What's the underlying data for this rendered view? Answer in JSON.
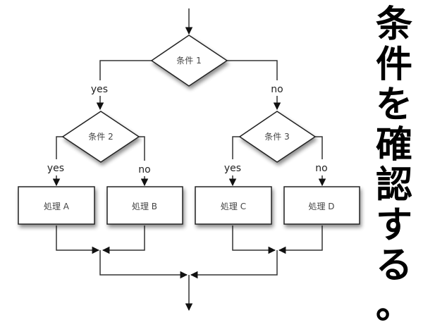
{
  "diagram": {
    "type": "flowchart",
    "decisions": [
      {
        "id": "cond1",
        "label": "条件 1"
      },
      {
        "id": "cond2",
        "label": "条件 2"
      },
      {
        "id": "cond3",
        "label": "条件 3"
      }
    ],
    "processes": [
      {
        "id": "procA",
        "label": "処理 A"
      },
      {
        "id": "procB",
        "label": "処理 B"
      },
      {
        "id": "procC",
        "label": "処理 C"
      },
      {
        "id": "procD",
        "label": "処理 D"
      }
    ],
    "edges": [
      {
        "from": "start",
        "to": "cond1",
        "label": ""
      },
      {
        "from": "cond1",
        "to": "cond2",
        "label": "yes"
      },
      {
        "from": "cond1",
        "to": "cond3",
        "label": "no"
      },
      {
        "from": "cond2",
        "to": "procA",
        "label": "yes"
      },
      {
        "from": "cond2",
        "to": "procB",
        "label": "no"
      },
      {
        "from": "cond3",
        "to": "procC",
        "label": "yes"
      },
      {
        "from": "cond3",
        "to": "procD",
        "label": "no"
      },
      {
        "from": "procA",
        "to": "merge1",
        "label": ""
      },
      {
        "from": "procB",
        "to": "merge1",
        "label": ""
      },
      {
        "from": "procC",
        "to": "merge2",
        "label": ""
      },
      {
        "from": "procD",
        "to": "merge2",
        "label": ""
      },
      {
        "from": "merge1",
        "to": "merge3",
        "label": ""
      },
      {
        "from": "merge2",
        "to": "merge3",
        "label": ""
      },
      {
        "from": "merge3",
        "to": "end",
        "label": ""
      }
    ],
    "labels": {
      "c1_yes": "yes",
      "c1_no": "no",
      "c2_yes": "yes",
      "c2_no": "no",
      "c3_yes": "yes",
      "c3_no": "no"
    }
  },
  "title": {
    "text": "条件を確認する。",
    "chars": [
      "条",
      "件",
      "を",
      "確",
      "認",
      "す",
      "る",
      "。"
    ]
  },
  "colors": {
    "line": "#333333",
    "node_fill": "#ffffff",
    "node_stroke": "#222222",
    "text": "#444444",
    "title": "#000000"
  }
}
